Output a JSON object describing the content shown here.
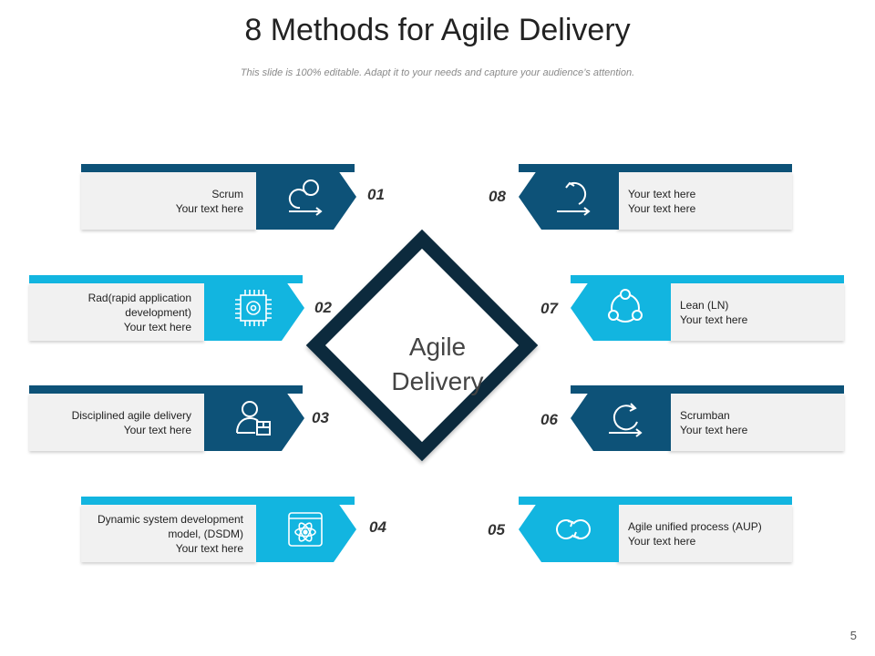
{
  "title": "8 Methods for Agile Delivery",
  "subtitle": "This slide is 100% editable. Adapt it to your needs and capture your audience’s attention.",
  "slide_number": "5",
  "center": {
    "line1": "Agile",
    "line2": "Delivery"
  },
  "colors": {
    "dark": "#0d5278",
    "light": "#12b5e0",
    "center_border": "#0c2a3d",
    "card_bg": "#f1f1f1"
  },
  "items": [
    {
      "num": "01",
      "lines": [
        "Scrum",
        "Your text here"
      ],
      "icon": "cycle-arrow-icon",
      "color": "dark"
    },
    {
      "num": "02",
      "lines": [
        "Rad(rapid  application",
        "development)",
        "Your text here"
      ],
      "icon": "chip-gear-icon",
      "color": "light"
    },
    {
      "num": "03",
      "lines": [
        "Disciplined agile delivery",
        "Your text here"
      ],
      "icon": "user-box-icon",
      "color": "dark"
    },
    {
      "num": "04",
      "lines": [
        "Dynamic system development",
        "model, (DSDM)",
        "Your text here"
      ],
      "icon": "atom-browser-icon",
      "color": "light"
    },
    {
      "num": "05",
      "lines": [
        "Agile unified process (AUP)",
        "Your text here"
      ],
      "icon": "infinity-loop-icon",
      "color": "light"
    },
    {
      "num": "06",
      "lines": [
        "Scrumban",
        "Your text here"
      ],
      "icon": "circular-arrows-icon",
      "color": "dark"
    },
    {
      "num": "07",
      "lines": [
        "Lean (LN)",
        "Your text here"
      ],
      "icon": "network-circle-icon",
      "color": "light"
    },
    {
      "num": "08",
      "lines": [
        "Your text here",
        "Your text here"
      ],
      "icon": "loop-arrow-icon",
      "color": "dark"
    }
  ]
}
